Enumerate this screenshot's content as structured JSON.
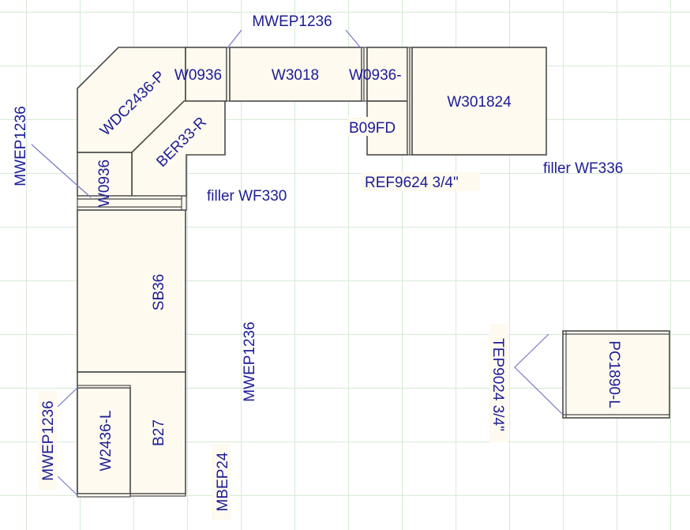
{
  "colors": {
    "cabinet_fill": "#fefaef",
    "label": "#1c1c96",
    "grid": "#d6ead6",
    "outline": "#4a4a4a"
  },
  "labels": {
    "mwep_top": "MWEP1236",
    "w0936_top": "W0936",
    "wdc2436": "WDC2436-P",
    "w3018": "W3018",
    "w0936_right": "W0936-",
    "w301824": "W301824",
    "b09fd": "B09FD",
    "ber33": "BER33-R",
    "w0936_left": "W0936",
    "filler_wf330": "filler WF330",
    "ref9624": "REF9624 3/4\"",
    "filler_wf336": "filler WF336",
    "mwep_left": "MWEP1236",
    "sb36": "SB36",
    "mwep_mid": "MWEP1236",
    "w2436": "W2436-L",
    "b27": "B27",
    "mbep24": "MBEP24",
    "mwep_lower": "MWEP1236",
    "tep9024": "TEP9024 3/4\"",
    "pc1890": "PC1890-L"
  }
}
